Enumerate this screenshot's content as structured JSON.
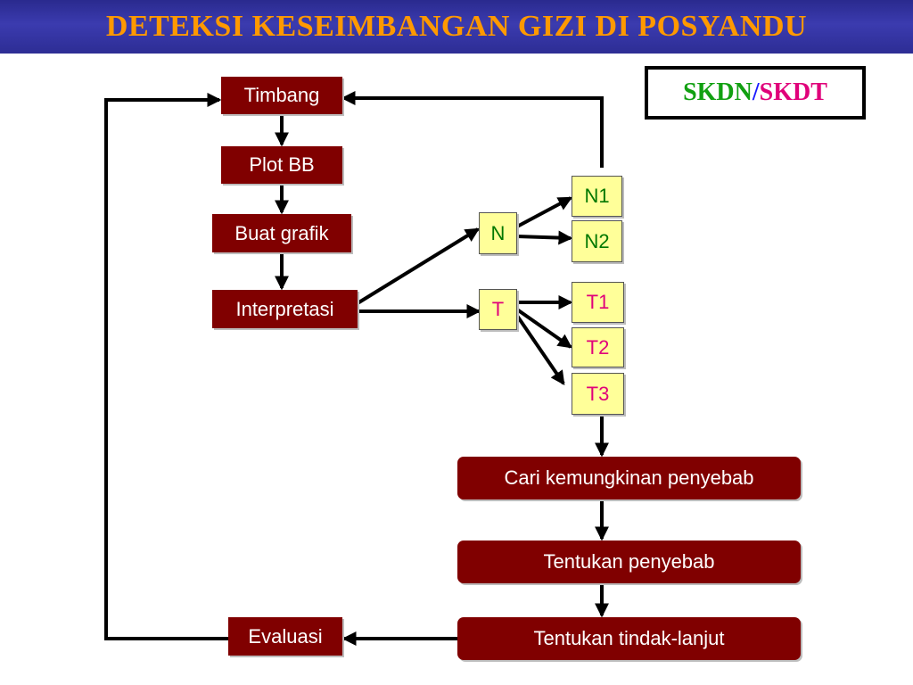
{
  "title": "DETEKSI KESEIMBANGAN GIZI DI POSYANDU",
  "legend": {
    "part1": "SKDN",
    "separator": "/",
    "part2": "SKDT"
  },
  "steps": {
    "timbang": "Timbang",
    "plot_bb": "Plot BB",
    "buat_grafik": "Buat grafik",
    "interpretasi": "Interpretasi",
    "evaluasi": "Evaluasi"
  },
  "branches": {
    "n": "N",
    "n1": "N1",
    "n2": "N2",
    "t": "T",
    "t1": "T1",
    "t2": "T2",
    "t3": "T3"
  },
  "actions": {
    "cari": "Cari kemungkinan penyebab",
    "tentukan_penyebab": "Tentukan penyebab",
    "tentukan_tindak": "Tentukan tindak-lanjut"
  },
  "colors": {
    "title_bar": "#2d2d94",
    "title_text": "#ff9900",
    "dark_box": "#800000",
    "yellow_box": "#ffff99",
    "n_text": "#007700",
    "t_text": "#e0007a"
  }
}
